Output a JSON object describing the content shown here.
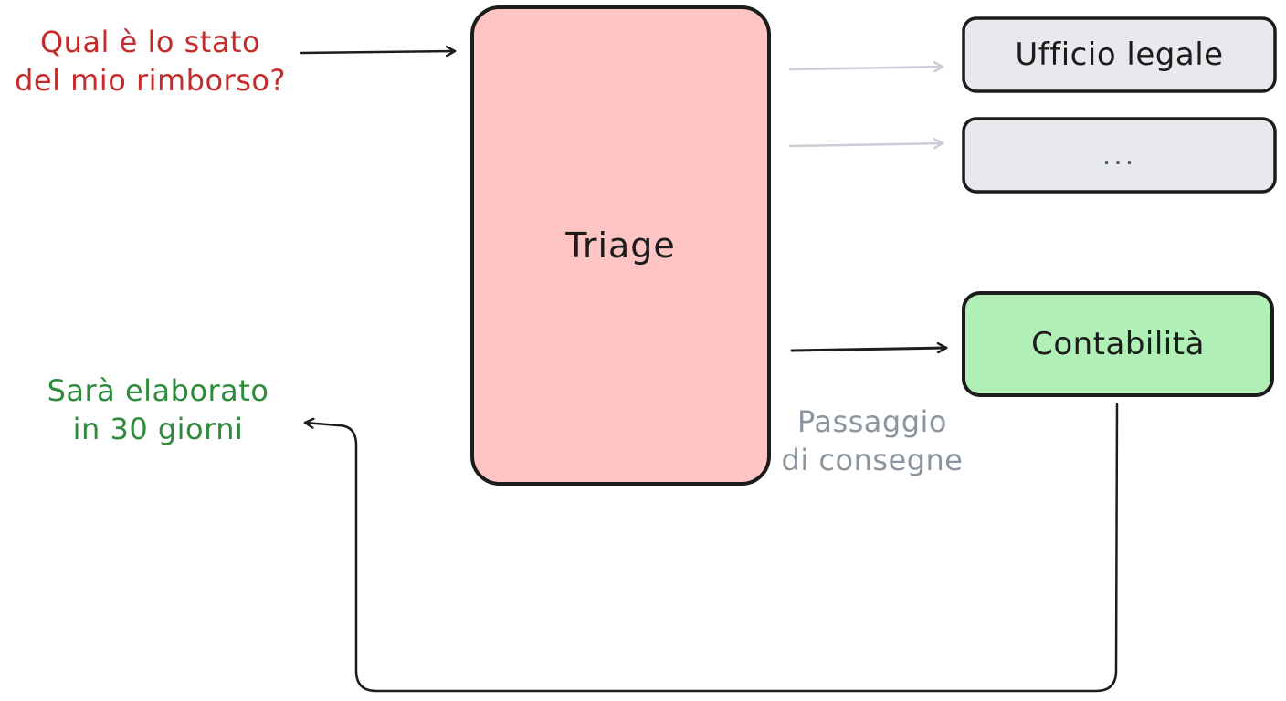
{
  "question": {
    "line1": "Qual è lo stato",
    "line2": "del mio rimborso?"
  },
  "answer": {
    "line1": "Sarà elaborato",
    "line2": "in 30 giorni"
  },
  "handoff": {
    "line1": "Passaggio",
    "line2": "di consegne"
  },
  "nodes": {
    "triage": "Triage",
    "legal": "Ufficio legale",
    "other": "...",
    "accounting": "Contabilità"
  },
  "colors": {
    "question": "#c42b2b",
    "answer": "#2e8b3c",
    "handoff": "#8c959e",
    "triage_fill": "#ffc5c5",
    "inactive_fill": "#e8e9ed",
    "accounting_fill": "#b0efb6",
    "stroke": "#1c1c1c",
    "inactive_arrow": "#c9ced6"
  }
}
